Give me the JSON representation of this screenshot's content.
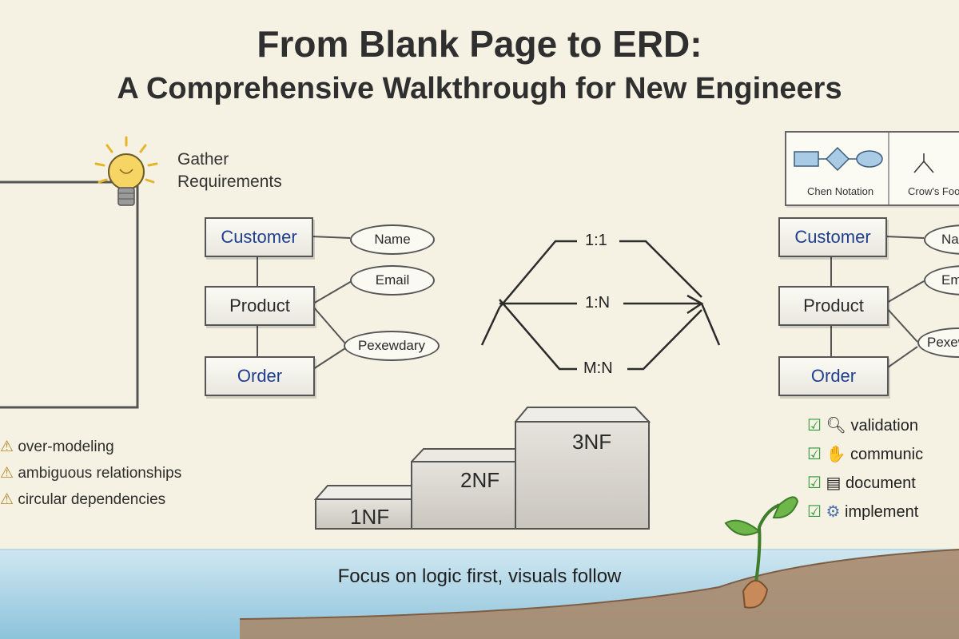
{
  "title": {
    "line1": "From Blank Page to ERD:",
    "line2": "A Comprehensive Walkthrough for New Engineers"
  },
  "gather": {
    "line1": "Gather",
    "line2": "Requirements"
  },
  "left_diagram": {
    "entities": [
      "Customer",
      "Product",
      "Order"
    ],
    "attributes": [
      "Name",
      "Email",
      "Pexewdary"
    ]
  },
  "relations": [
    "1:1",
    "1:N",
    "M:N"
  ],
  "pitfalls": [
    "over-modeling",
    "ambiguous relationships",
    "circular dependencies"
  ],
  "normal_forms": [
    "1NF",
    "2NF",
    "3NF"
  ],
  "notation_legend": {
    "chen": "Chen Notation",
    "crows": "Crow's Foo"
  },
  "right_diagram": {
    "entities": [
      "Customer",
      "Product",
      "Order"
    ],
    "attributes": [
      "Na",
      "Em",
      "Pexew"
    ]
  },
  "checklist": [
    "validation",
    "communic",
    "document",
    "implement"
  ],
  "footer": {
    "message": "Focus on logic first, visuals follow"
  },
  "colors": {
    "background": "#f5f1e3",
    "entity_text": "#1f3f8f",
    "water": "#a9d3e6",
    "check": "#2e9a3a"
  }
}
